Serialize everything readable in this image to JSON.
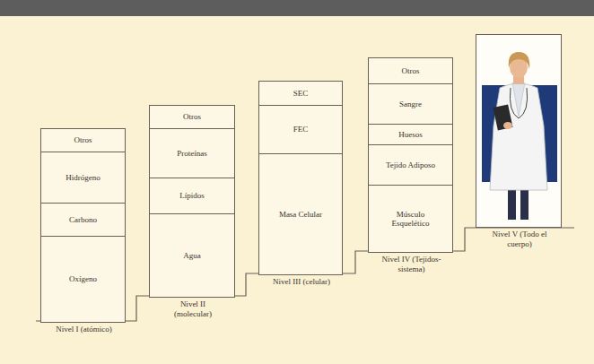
{
  "diagram": {
    "nodes": [
      {
        "text": [
          "Nivel I (atómico)"
        ]
      },
      {
        "text": [
          "Otros"
        ],
        "in": 0
      },
      {
        "text": [
          "Hidrógeno"
        ],
        "in": 0
      },
      {
        "text": [
          "Carbono"
        ],
        "in": 0
      },
      {
        "text": [
          "Oxígeno"
        ],
        "in": 0
      },
      {
        "text": [
          "Nivel II (molecular)"
        ]
      },
      {
        "text": [
          "Otros"
        ],
        "in": 5
      },
      {
        "text": [
          "Proteínas"
        ],
        "in": 5
      },
      {
        "text": [
          "Lípidos"
        ],
        "in": 5
      },
      {
        "text": [
          "Agua"
        ],
        "in": 5
      },
      {
        "text": [
          "Nivel III (celular)"
        ]
      },
      {
        "text": [
          "SEC"
        ],
        "in": 10
      },
      {
        "text": [
          "FEC"
        ],
        "in": 10
      },
      {
        "text": [
          "Masa Celular"
        ],
        "in": 10
      },
      {
        "text": [
          "Nivel IV (Tejidos-sistema)"
        ]
      },
      {
        "text": [
          "Otros"
        ],
        "in": 14
      },
      {
        "text": [
          "Sangre"
        ],
        "in": 14
      },
      {
        "text": [
          "Huesos"
        ],
        "in": 14
      },
      {
        "text": [
          "Tejido Adiposo"
        ],
        "in": 14
      },
      {
        "text": [
          "Músculo Esquelético"
        ],
        "in": 14
      },
      {
        "text": [
          "Nivel V (Todo el cuerpo)"
        ]
      }
    ]
  }
}
